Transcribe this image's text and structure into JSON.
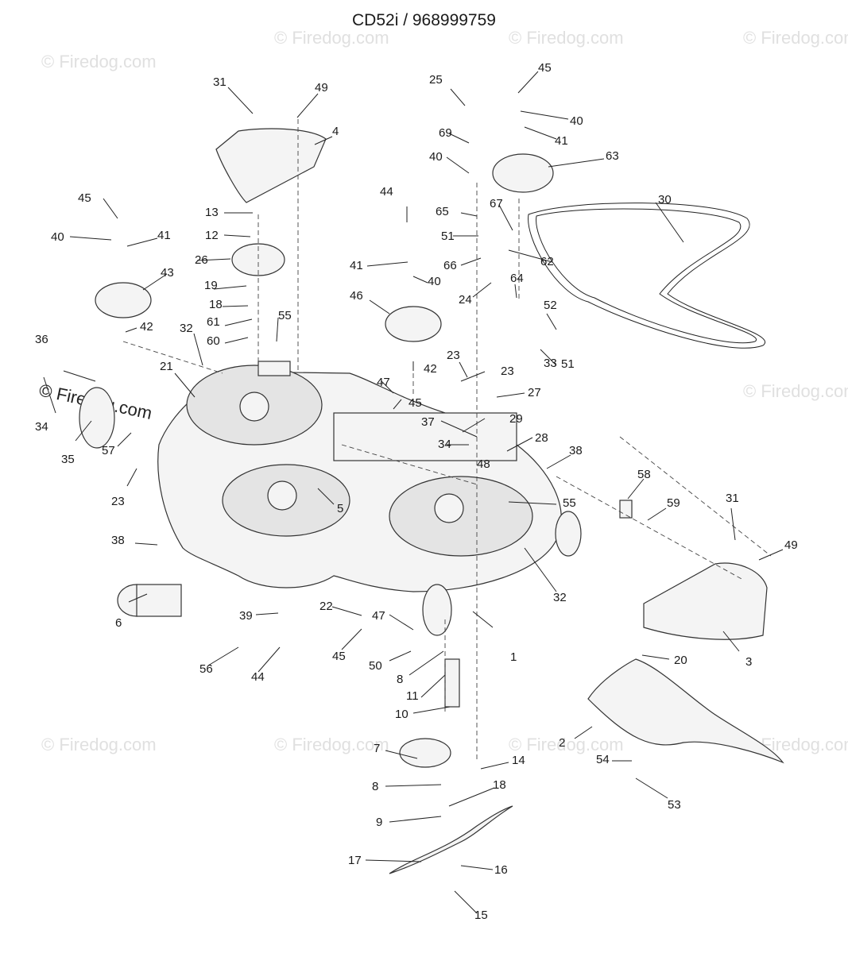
{
  "title": "CD52i / 968999759",
  "watermarks": {
    "small": "© Firedog.com",
    "large": "© Firedog.com"
  },
  "colors": {
    "line": "#222222",
    "part_fill": "#f4f4f4",
    "watermark": "#e0e0e0"
  },
  "part_labels": [
    "31",
    "49",
    "4",
    "45",
    "40",
    "41",
    "63",
    "25",
    "69",
    "40",
    "44",
    "65",
    "51",
    "67",
    "62",
    "66",
    "64",
    "24",
    "30",
    "13",
    "12",
    "26",
    "43",
    "41",
    "40",
    "45",
    "19",
    "18",
    "61",
    "60",
    "55",
    "42",
    "46",
    "41",
    "40",
    "52",
    "33",
    "51",
    "32",
    "21",
    "23",
    "23",
    "42",
    "36",
    "27",
    "47",
    "45",
    "37",
    "29",
    "34",
    "28",
    "34",
    "35",
    "57",
    "23",
    "48",
    "38",
    "58",
    "59",
    "55",
    "5",
    "38",
    "31",
    "49",
    "22",
    "39",
    "6",
    "47",
    "45",
    "32",
    "1",
    "50",
    "8",
    "11",
    "56",
    "44",
    "10",
    "3",
    "20",
    "7",
    "2",
    "14",
    "54",
    "8",
    "18",
    "53",
    "9",
    "17",
    "16",
    "15"
  ]
}
